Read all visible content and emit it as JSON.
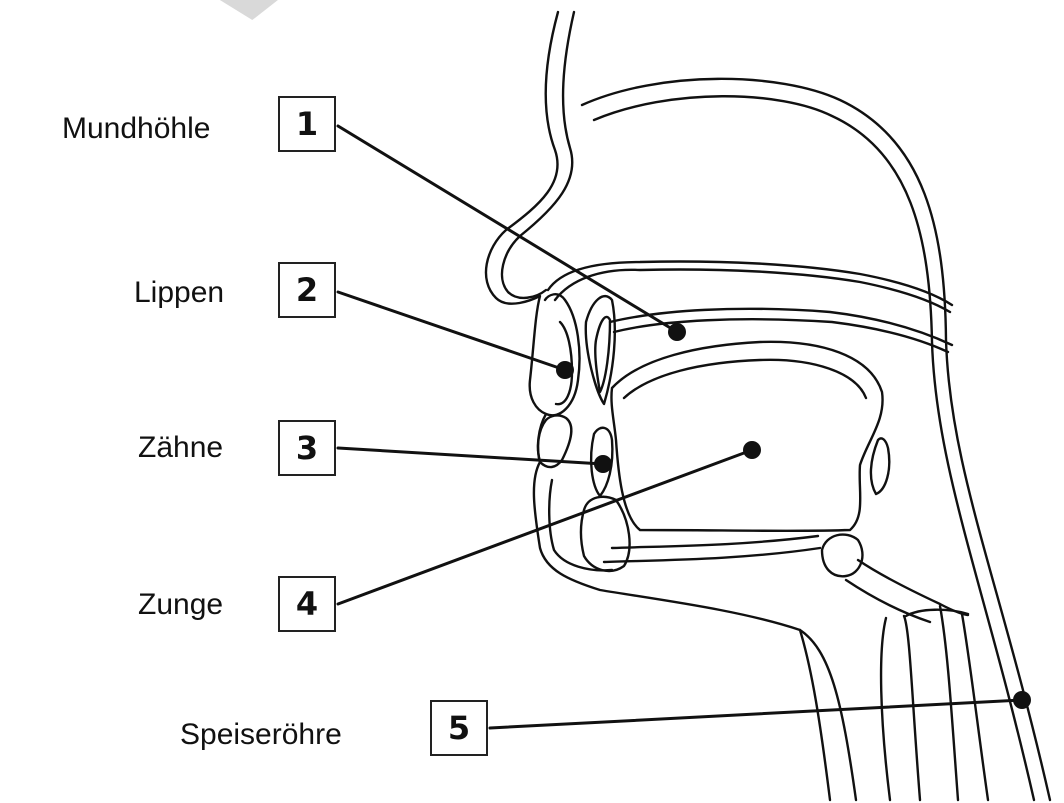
{
  "watermark": {
    "text": "VORS"
  },
  "labels": [
    {
      "id": 1,
      "name": "Mundhöhle",
      "number": "1"
    },
    {
      "id": 2,
      "name": "Lippen",
      "number": "2"
    },
    {
      "id": 3,
      "name": "Zähne",
      "number": "3"
    },
    {
      "id": 4,
      "name": "Zunge",
      "number": "4"
    },
    {
      "id": 5,
      "name": "Speiseröhre",
      "number": "5"
    }
  ],
  "colors": {
    "ink": "#111111",
    "watermark": "#d9d9d9",
    "background": "#ffffff"
  }
}
